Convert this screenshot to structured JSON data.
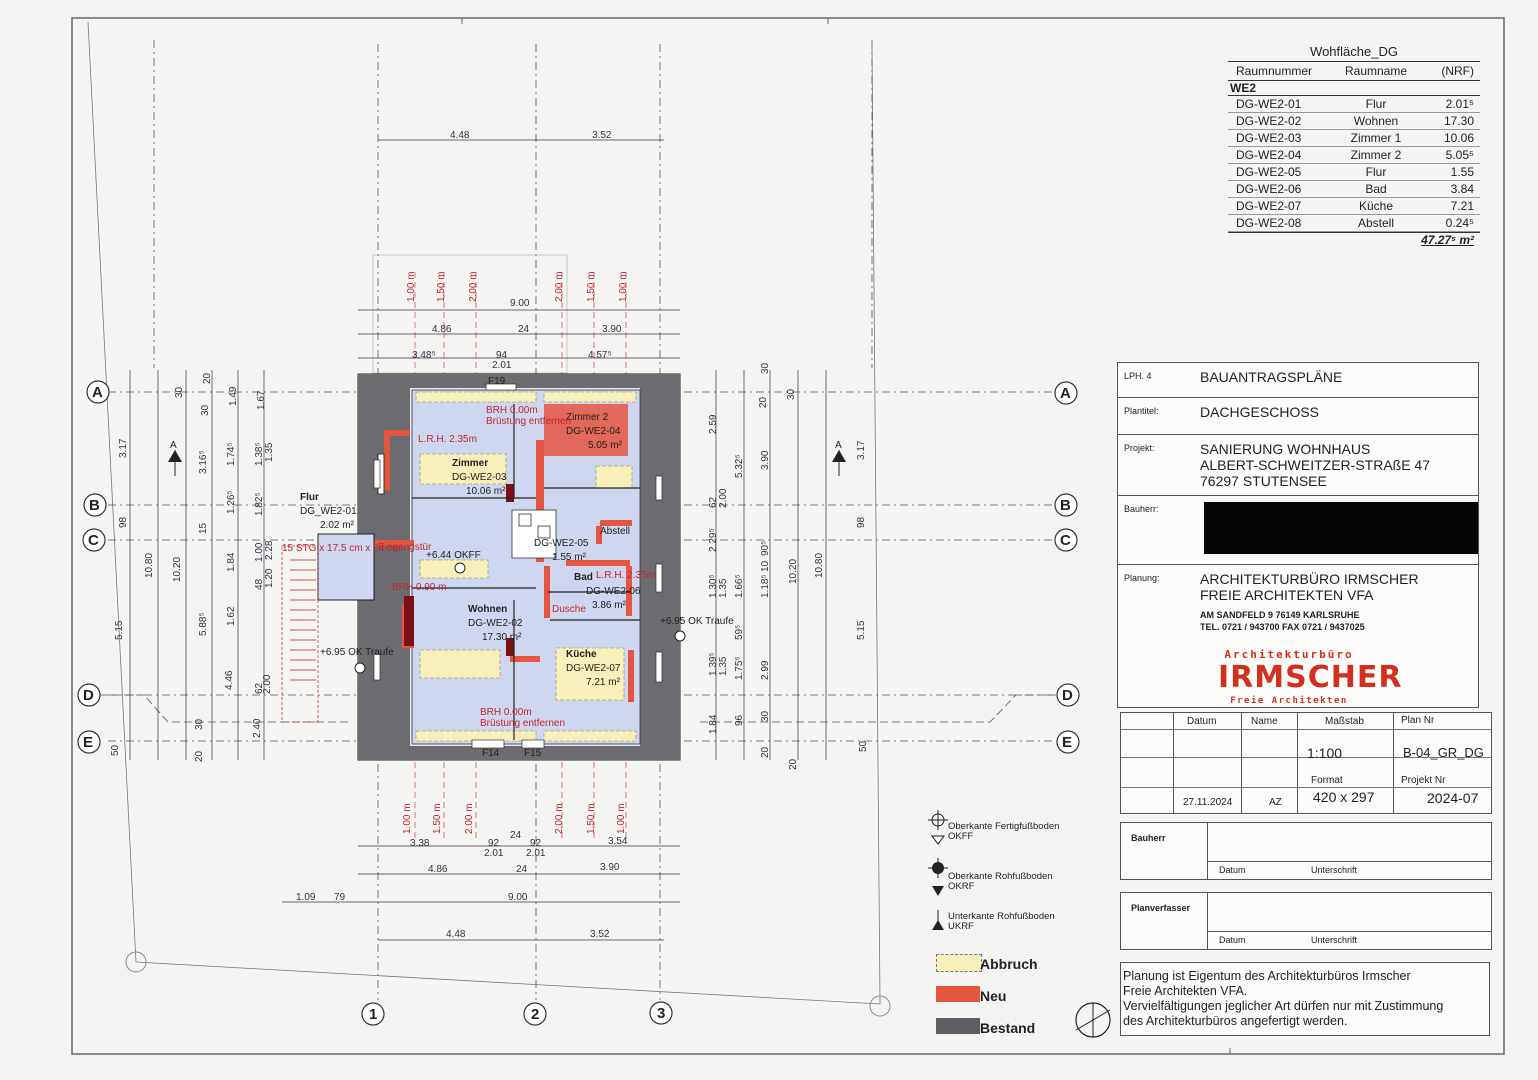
{
  "area_table": {
    "title": "Wohfläche_DG",
    "headers": [
      "Raumnummer",
      "Raumname",
      "(NRF)"
    ],
    "unit": "WE2",
    "rows": [
      {
        "nr": "DG-WE2-01",
        "name": "Flur",
        "area": "2.01⁵"
      },
      {
        "nr": "DG-WE2-02",
        "name": "Wohnen",
        "area": "17.30"
      },
      {
        "nr": "DG-WE2-03",
        "name": "Zimmer 1",
        "area": "10.06"
      },
      {
        "nr": "DG-WE2-04",
        "name": "Zimmer 2",
        "area": "5.05⁵"
      },
      {
        "nr": "DG-WE2-05",
        "name": "Flur",
        "area": "1.55"
      },
      {
        "nr": "DG-WE2-06",
        "name": "Bad",
        "area": "3.84"
      },
      {
        "nr": "DG-WE2-07",
        "name": "Küche",
        "area": "7.21"
      },
      {
        "nr": "DG-WE2-08",
        "name": "Abstell",
        "area": "0.24⁵"
      }
    ],
    "total": "47.27⁵ m²"
  },
  "title_block": {
    "lph_key": "LPH. 4",
    "lph_val": "BAUANTRAGSPLÄNE",
    "plantitel_key": "Plantitel:",
    "plantitel_val": "DACHGESCHOSS",
    "projekt_key": "Projekt:",
    "projekt_l1": "SANIERUNG WOHNHAUS",
    "projekt_l2": "ALBERT-SCHWEITZER-STRAßE 47",
    "projekt_l3": "76297 STUTENSEE",
    "bauherr_key": "Bauherr:",
    "planung_key": "Planung:",
    "planung_l1": "ARCHITEKTURBÜRO IRMSCHER",
    "planung_l2": "FREIE ARCHITEKTEN VFA",
    "planung_addr": "AM SANDFELD 9   76149 KARLSRUHE",
    "planung_tel": "TEL. 0721 / 943700   FAX  0721 / 9437025",
    "logo_l1": "Architekturbüro",
    "logo_l2": "IRMSCHER",
    "logo_l3": "Freie Architekten VFA"
  },
  "meta": {
    "datum_label": "Datum",
    "name_label": "Name",
    "massstab_label": "Maßstab",
    "plannr_label": "Plan Nr",
    "massstab": "1:100",
    "plannr": "B-04_GR_DG",
    "format_label": "Format",
    "format": "420 x 297",
    "projektnr_label": "Projekt Nr",
    "projektnr": "2024-07",
    "datum": "27.11.2024",
    "name": "AZ"
  },
  "signature": {
    "bauherr": "Bauherr",
    "planverfasser": "Planverfasser",
    "datum": "Datum",
    "unterschrift": "Unterschrift"
  },
  "notice": {
    "l1": "Planung ist Eigentum des Architekturbüros Irmscher",
    "l2": "Freie Architekten  VFA.",
    "l3": "Vervielfältigungen jeglicher Art dürfen nur mit Zustimmung",
    "l4": "des Architekturbüros angefertigt werden."
  },
  "legend": {
    "okff": "Oberkante Fertigfußboden",
    "okff_abbr": "OKFF",
    "okrf": "Oberkante Rohfußboden",
    "okrf_abbr": "OKRF",
    "ukrf": "Unterkante Rohfußboden",
    "ukrf_abbr": "UKRF",
    "abbruch": "Abbruch",
    "neu": "Neu",
    "bestand": "Bestand"
  },
  "plan": {
    "rooms": {
      "flur1_name": "Flur",
      "flur1_nr": "DG_WE2-01",
      "flur1_area": "2.02 m²",
      "zimmer1_name": "Zimmer",
      "zimmer1_nr": "DG-WE2-03",
      "zimmer1_area": "10.06 m²",
      "zimmer2_name": "Zimmer 2",
      "zimmer2_nr": "DG-WE2-04",
      "zimmer2_area": "5.05 m²",
      "wohnen_name": "Wohnen",
      "wohnen_nr": "DG-WE2-02",
      "wohnen_area": "17.30 m²",
      "flur2_nr": "DG-WE2-05",
      "flur2_area": "1.55 m²",
      "bad_name": "Bad",
      "bad_nr": "DG-WE2-06",
      "bad_area": "3.86 m²",
      "kueche_name": "Küche",
      "kueche_nr": "DG-WE2-07",
      "kueche_area": "7.21 m²",
      "abstell": "Abstell"
    },
    "labels": {
      "okff": "+6.44 OKFF",
      "traufe_left": "+6.95 OK Traufe",
      "traufe_right": "+6.95 OK Traufe",
      "eingang": "Eingangstür",
      "stair": "15 STG x 17.5 cm x 24 cm",
      "brh_top": "BRH 0.00m",
      "bruestung_top": "Brüstung entfernen",
      "brh_bottom": "BRH 0.00m",
      "bruestung_bottom": "Brüstung entfernen",
      "brh_090": "BRH 0.90 m",
      "lrh": "L.R.H. 2.35m",
      "dusche": "Dusche",
      "f19": "F19",
      "f14": "F14",
      "f15": "F15",
      "section_a": "A"
    },
    "dims_top": [
      "4.48",
      "3.52",
      "9.00",
      "4.86",
      "24",
      "3.90",
      "3.48⁵",
      "94",
      "2.01",
      "4.57⁵"
    ],
    "dims_bottom": [
      "3.38",
      "92",
      "2.01",
      "24",
      "92",
      "2.01",
      "3.54",
      "4.86",
      "24",
      "3.90",
      "1.09",
      "79",
      "9.00",
      "4.48",
      "3.52"
    ],
    "heights": [
      "1.00 m",
      "1.50 m",
      "2.00 m",
      "2.00 m",
      "1.50 m",
      "1.00 m"
    ],
    "grid_rows": [
      "A",
      "B",
      "C",
      "D",
      "E"
    ],
    "grid_cols": [
      "1",
      "2",
      "3"
    ],
    "dims_left": [
      "3.17",
      "98",
      "10.80",
      "5.15",
      "50",
      "10.20",
      "5.88⁵",
      "3.16⁵",
      "1.74⁵",
      "1.26⁵",
      "1.84",
      "1.62",
      "4.46",
      "1.49",
      "1.38⁵",
      "1.82⁵",
      "1.00",
      "48",
      "2.00",
      "2.40",
      "1.67",
      "1.35",
      "1.20",
      "2.28",
      "62",
      "30",
      "20",
      "30",
      "15",
      "30",
      "20"
    ],
    "dims_right": [
      "2.59",
      "2.00",
      "62",
      "2.29⁵",
      "1.30⁵",
      "1.35",
      "1.39⁵",
      "1.35",
      "1.84",
      "5.32⁵",
      "1.66⁵",
      "1.75⁵",
      "96",
      "3.90",
      "1.18⁵",
      "2.99",
      "10.20",
      "10.80",
      "3.17",
      "98",
      "5.15",
      "50",
      "30",
      "20",
      "30",
      "20",
      "30",
      "20",
      "10",
      "90⁵",
      "59⁵"
    ]
  }
}
